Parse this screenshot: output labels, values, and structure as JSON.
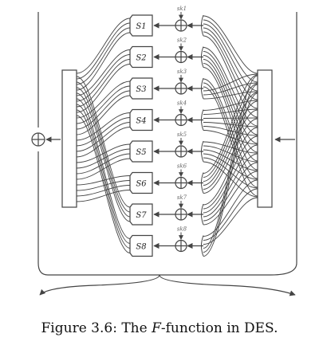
{
  "figure": {
    "caption_prefix": "Figure 3.6:  The ",
    "caption_fn": "F",
    "caption_suffix": "-function in DES."
  },
  "sboxes": [
    {
      "label": "S1",
      "key": "sk1"
    },
    {
      "label": "S2",
      "key": "sk2"
    },
    {
      "label": "S3",
      "key": "sk3"
    },
    {
      "label": "S4",
      "key": "sk4"
    },
    {
      "label": "S5",
      "key": "sk5"
    },
    {
      "label": "S6",
      "key": "sk6"
    },
    {
      "label": "S7",
      "key": "sk7"
    },
    {
      "label": "S8",
      "key": "sk8"
    }
  ]
}
